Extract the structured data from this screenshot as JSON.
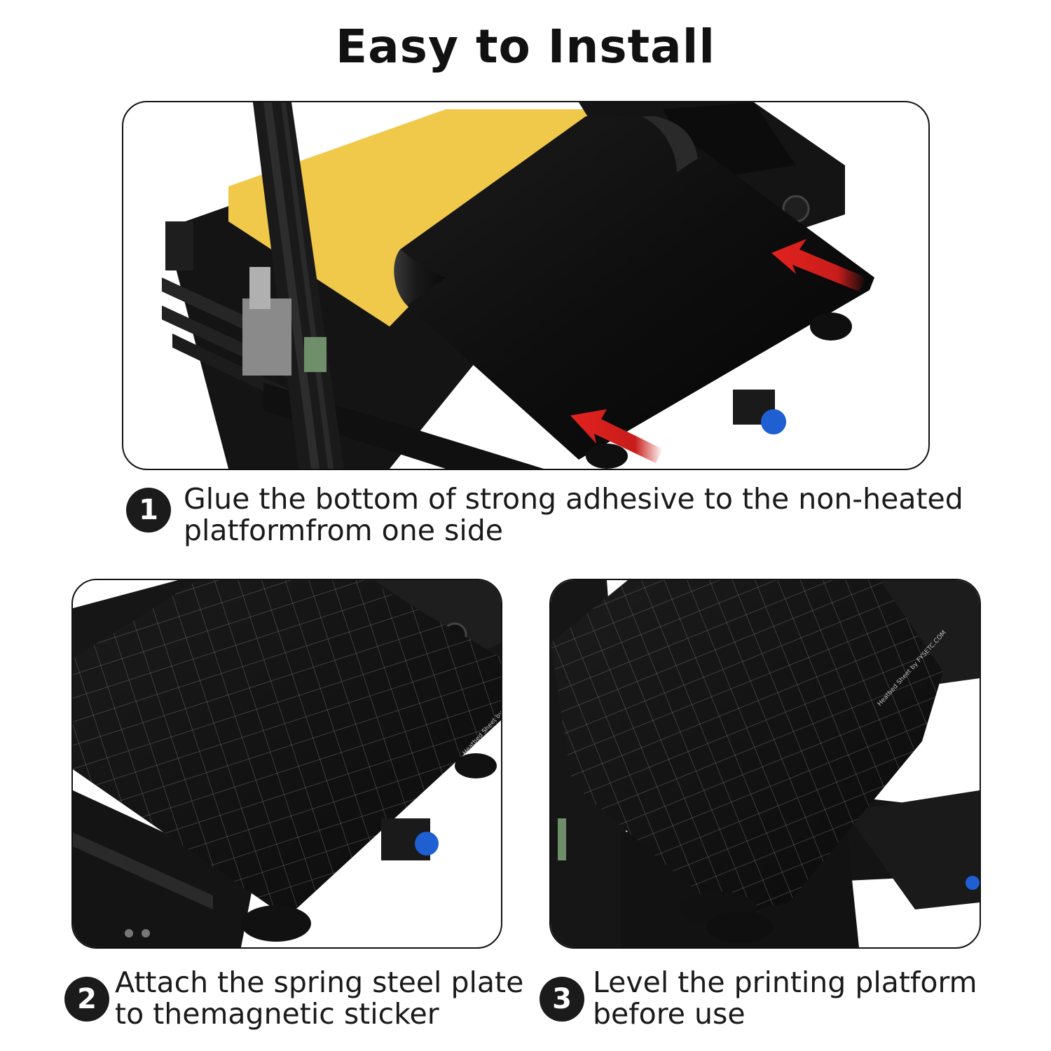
{
  "title": "Easy to Install",
  "steps": [
    {
      "number": "1",
      "line1": "Glue the bottom of strong adhesive to the non-heated",
      "line2": "platformfrom one side"
    },
    {
      "number": "2",
      "line1": "Attach the spring steel plate",
      "line2": "to themagnetic sticker"
    },
    {
      "number": "3",
      "line1": "Level the printing platform",
      "line2": "before use"
    }
  ],
  "plate_print": "Heatbed Sheet by FYSETC.COM",
  "colors": {
    "badge": "#1b1b1b",
    "adhesive": "#f0c94b",
    "arrow": "#e3221f",
    "knob": "#1f5fd1",
    "frame": "#151515"
  }
}
